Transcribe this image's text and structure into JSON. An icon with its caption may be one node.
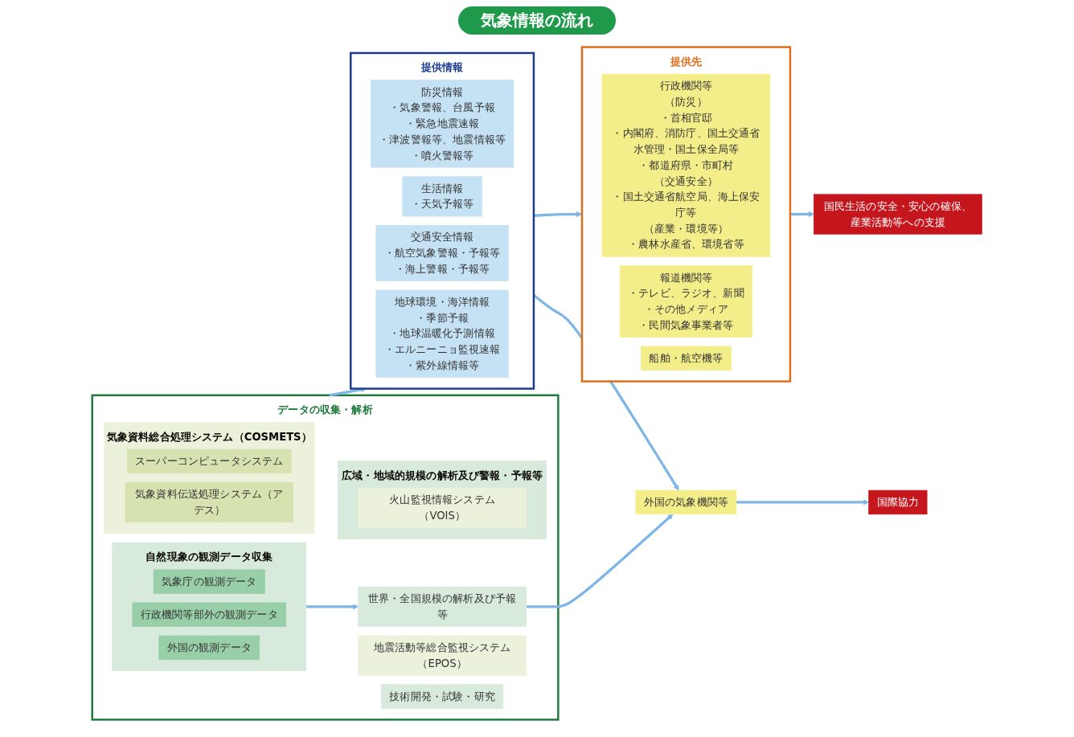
{
  "diagram": {
    "title": "気象情報の流れ",
    "nodes": [
      {
        "text": [
          "データの収集・解析"
        ]
      },
      {
        "text": [
          "自然現象の観測データ収集"
        ],
        "in": 0
      },
      {
        "text": [
          "気象庁の観測データ"
        ],
        "in": 1
      },
      {
        "text": [
          "行政機関等部外の観測データ"
        ],
        "in": 1
      },
      {
        "text": [
          "外国の観測データ"
        ],
        "in": 1
      },
      {
        "text": [
          "世界・全国規模の解析及び予報等"
        ],
        "in": 0
      },
      {
        "text": [
          "広域・地域的規模の解析及び警報・予報等"
        ],
        "in": 0
      },
      {
        "text": [
          "気象資料総合処理システム（COSMETS）"
        ],
        "in": 0
      },
      {
        "text": [
          "スーパーコンピュータシステム"
        ],
        "in": 7
      },
      {
        "text": [
          "気象資料伝送処理システム（アデス）"
        ],
        "in": 7
      },
      {
        "text": [
          "地震活動等総合監視システム（EPOS）"
        ],
        "in": 0
      },
      {
        "text": [
          "火山監視情報システム（VOIS）"
        ],
        "in": 6
      },
      {
        "text": [
          "技術開発・試験・研究"
        ],
        "in": 0
      },
      {
        "text": [
          "提供情報"
        ]
      },
      {
        "text": [
          "防災情報",
          "・気象警報、台風予報",
          "・緊急地震速報",
          "・津波警報等、地震情報等",
          "・噴火警報等"
        ],
        "in": 13
      },
      {
        "text": [
          "生活情報",
          "・天気予報等"
        ],
        "in": 13
      },
      {
        "text": [
          "交通安全情報",
          "・航空気象警報・予報等",
          "・海上警報・予報等"
        ],
        "in": 13
      },
      {
        "text": [
          "地球環境・海洋情報",
          "・季節予報",
          "・地球温暖化予測情報",
          "・エルニーニョ監視速報",
          "・紫外線情報等"
        ],
        "in": 13
      },
      {
        "text": [
          "提供先"
        ]
      },
      {
        "text": [
          "行政機関等",
          "（防災）",
          "・首相官邸",
          "・内閣府、消防庁、国土交通省水管理・国土保全局等",
          "・都道府県・市町村",
          "（交通安全）",
          "・国土交通省航空局、海上保安庁等",
          "（産業・環境等）",
          "・農林水産省、環境省等"
        ],
        "in": 18
      },
      {
        "text": [
          "報道機関等",
          "・テレビ、ラジオ、新聞",
          "・その他メディア",
          "・民間気象事業者等"
        ],
        "in": 18
      },
      {
        "text": [
          "船舶・航空機等"
        ],
        "in": 18
      },
      {
        "text": [
          "国民生活の安全・安心の確保、産業活動等への支援"
        ]
      },
      {
        "text": [
          "外国の気象機関等"
        ]
      },
      {
        "text": [
          "国際協力"
        ]
      }
    ],
    "edges": [
      {
        "from": 1,
        "to": 5,
        "arrow": "to"
      },
      {
        "from": 0,
        "to": 13,
        "arrow": "to"
      },
      {
        "from": 13,
        "to": 18,
        "arrow": "to"
      },
      {
        "from": 18,
        "to": 22,
        "arrow": "to"
      },
      {
        "from": 5,
        "to": 23,
        "arrow": "to"
      },
      {
        "from": 13,
        "to": 23,
        "arrow": "to"
      },
      {
        "from": 23,
        "to": 24,
        "arrow": "to"
      }
    ]
  }
}
